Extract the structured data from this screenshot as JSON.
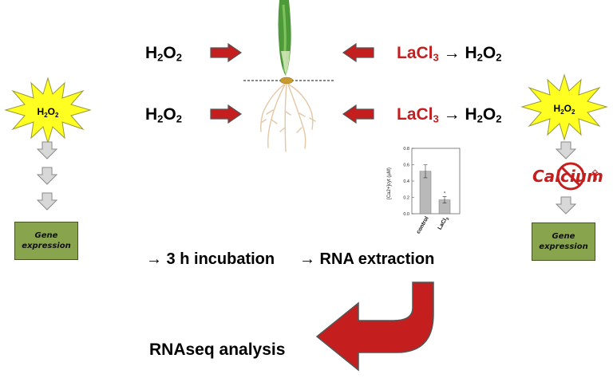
{
  "left_burst": {
    "main": "H",
    "sub1": "2",
    "mid": "O",
    "sub2": "2"
  },
  "right_burst": {
    "main": "H",
    "sub1": "2",
    "mid": "O",
    "sub2": "2"
  },
  "gene_box_left": {
    "line1": "Gene",
    "line2": "expression"
  },
  "gene_box_right": {
    "line1": "Gene",
    "line2": "expression"
  },
  "calcium_label": "Calcium",
  "calcium_up_arrow": "⇧",
  "row_top": {
    "left_h": "H",
    "left_2a": "2",
    "left_o": "O",
    "left_2b": "2",
    "la": "LaCl",
    "la_sub": "3",
    "arrow": "→",
    "right_h": "H",
    "right_2a": "2",
    "right_o": "O",
    "right_2b": "2"
  },
  "row_bottom": {
    "left_h": "H",
    "left_2a": "2",
    "left_o": "O",
    "left_2b": "2",
    "la": "LaCl",
    "la_sub": "3",
    "arrow": "→",
    "right_h": "H",
    "right_2a": "2",
    "right_o": "O",
    "right_2b": "2"
  },
  "steps": {
    "incubation": "→ 3 h incubation",
    "extraction": "→ RNA extraction"
  },
  "result_label": "RNAseq analysis",
  "colors": {
    "red_arrow": "#c41e1e",
    "burst_fill": "#ffff22",
    "gene_box": "#88a44c",
    "calcium_red": "#c41e1e"
  },
  "chart_data": {
    "type": "bar",
    "categories": [
      "control",
      "LaCl3"
    ],
    "category_labels": {
      "c1": "control",
      "c2_main": "LaCl",
      "c2_sub": "3"
    },
    "values": [
      0.52,
      0.17
    ],
    "errors": [
      0.08,
      0.04
    ],
    "significance": [
      "",
      "*"
    ],
    "ylim": [
      0,
      0.8
    ],
    "yticks": [
      "0.0",
      "0.2",
      "0.4",
      "0.6",
      "0.8"
    ],
    "ylabel": "[Ca2+]cyt (µM)"
  }
}
